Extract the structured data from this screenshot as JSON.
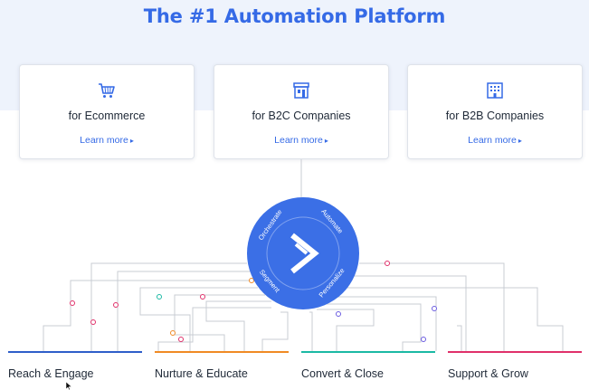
{
  "header": {
    "title": "The #1 Automation Platform"
  },
  "cards": [
    {
      "label": "for Ecommerce",
      "link": "Learn more",
      "icon": "shopping-cart-icon"
    },
    {
      "label": "for B2C Companies",
      "link": "Learn more",
      "icon": "storefront-icon"
    },
    {
      "label": "for B2B Companies",
      "link": "Learn more",
      "icon": "office-building-icon"
    }
  ],
  "hub": {
    "icon": "activecampaign-chevron-icon",
    "words": [
      "Orchestrate",
      "Automate",
      "Personalize",
      "Segment"
    ]
  },
  "stages": [
    {
      "label": "Reach & Engage",
      "color": "#2f5ec9"
    },
    {
      "label": "Nurture & Educate",
      "color": "#f08a24"
    },
    {
      "label": "Convert & Close",
      "color": "#1bb9a4"
    },
    {
      "label": "Support & Grow",
      "color": "#e0306a"
    }
  ],
  "colors": {
    "accent": "#356ae6",
    "hero_bg": "#eef3fc",
    "wire": "#c9ccd3"
  }
}
